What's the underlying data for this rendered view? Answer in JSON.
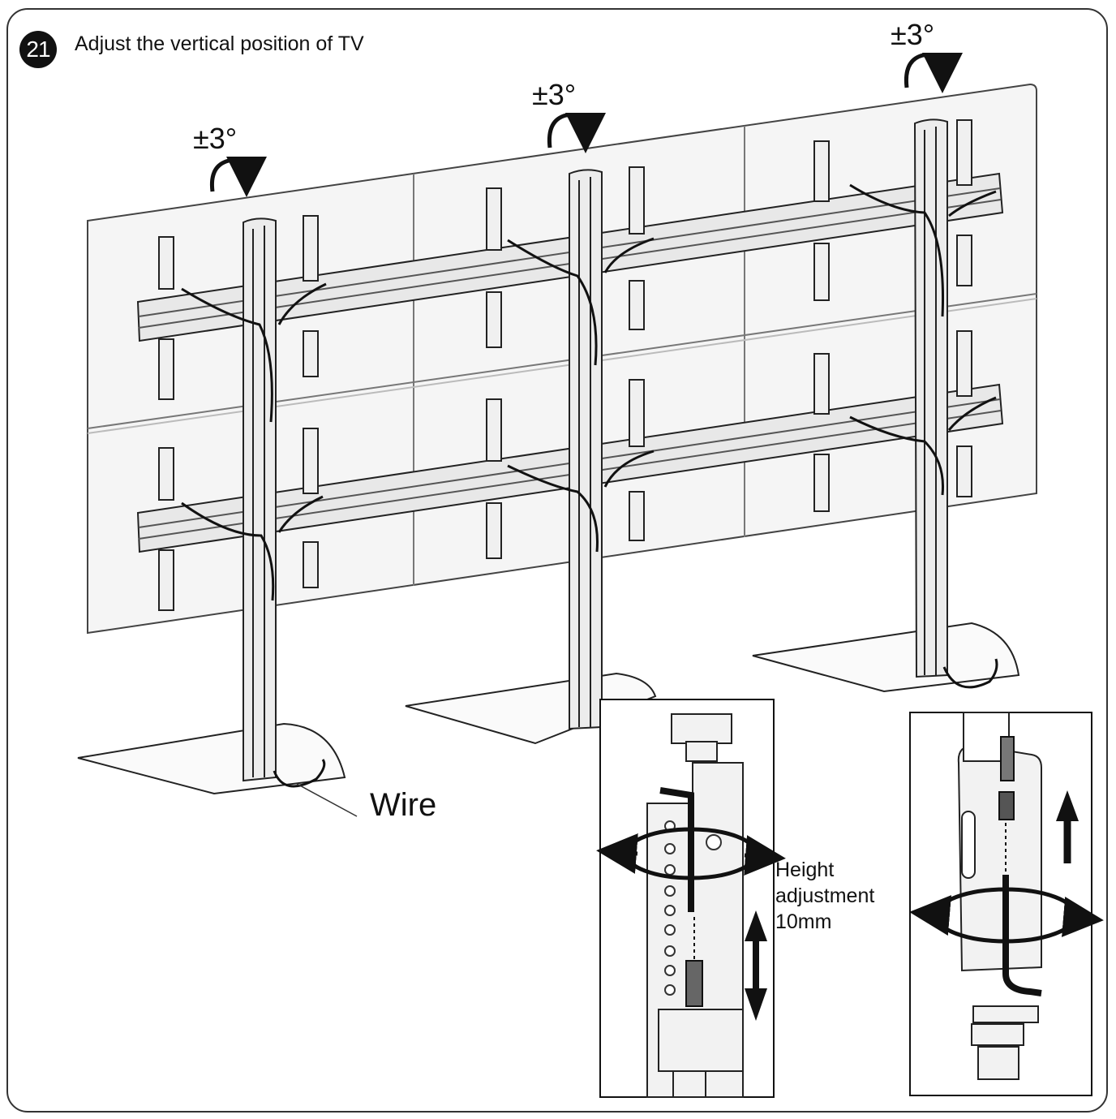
{
  "step": {
    "number": "21",
    "title": "Adjust the vertical position of TV"
  },
  "angles": {
    "left": "±3°",
    "center": "±3°",
    "right": "±3°"
  },
  "labels": {
    "wire": "Wire",
    "height_line1": "Height",
    "height_line2": "adjustment",
    "height_line3": "10mm"
  },
  "colors": {
    "ink": "#111111",
    "panel": "#f4f4f4",
    "line": "#333333"
  }
}
